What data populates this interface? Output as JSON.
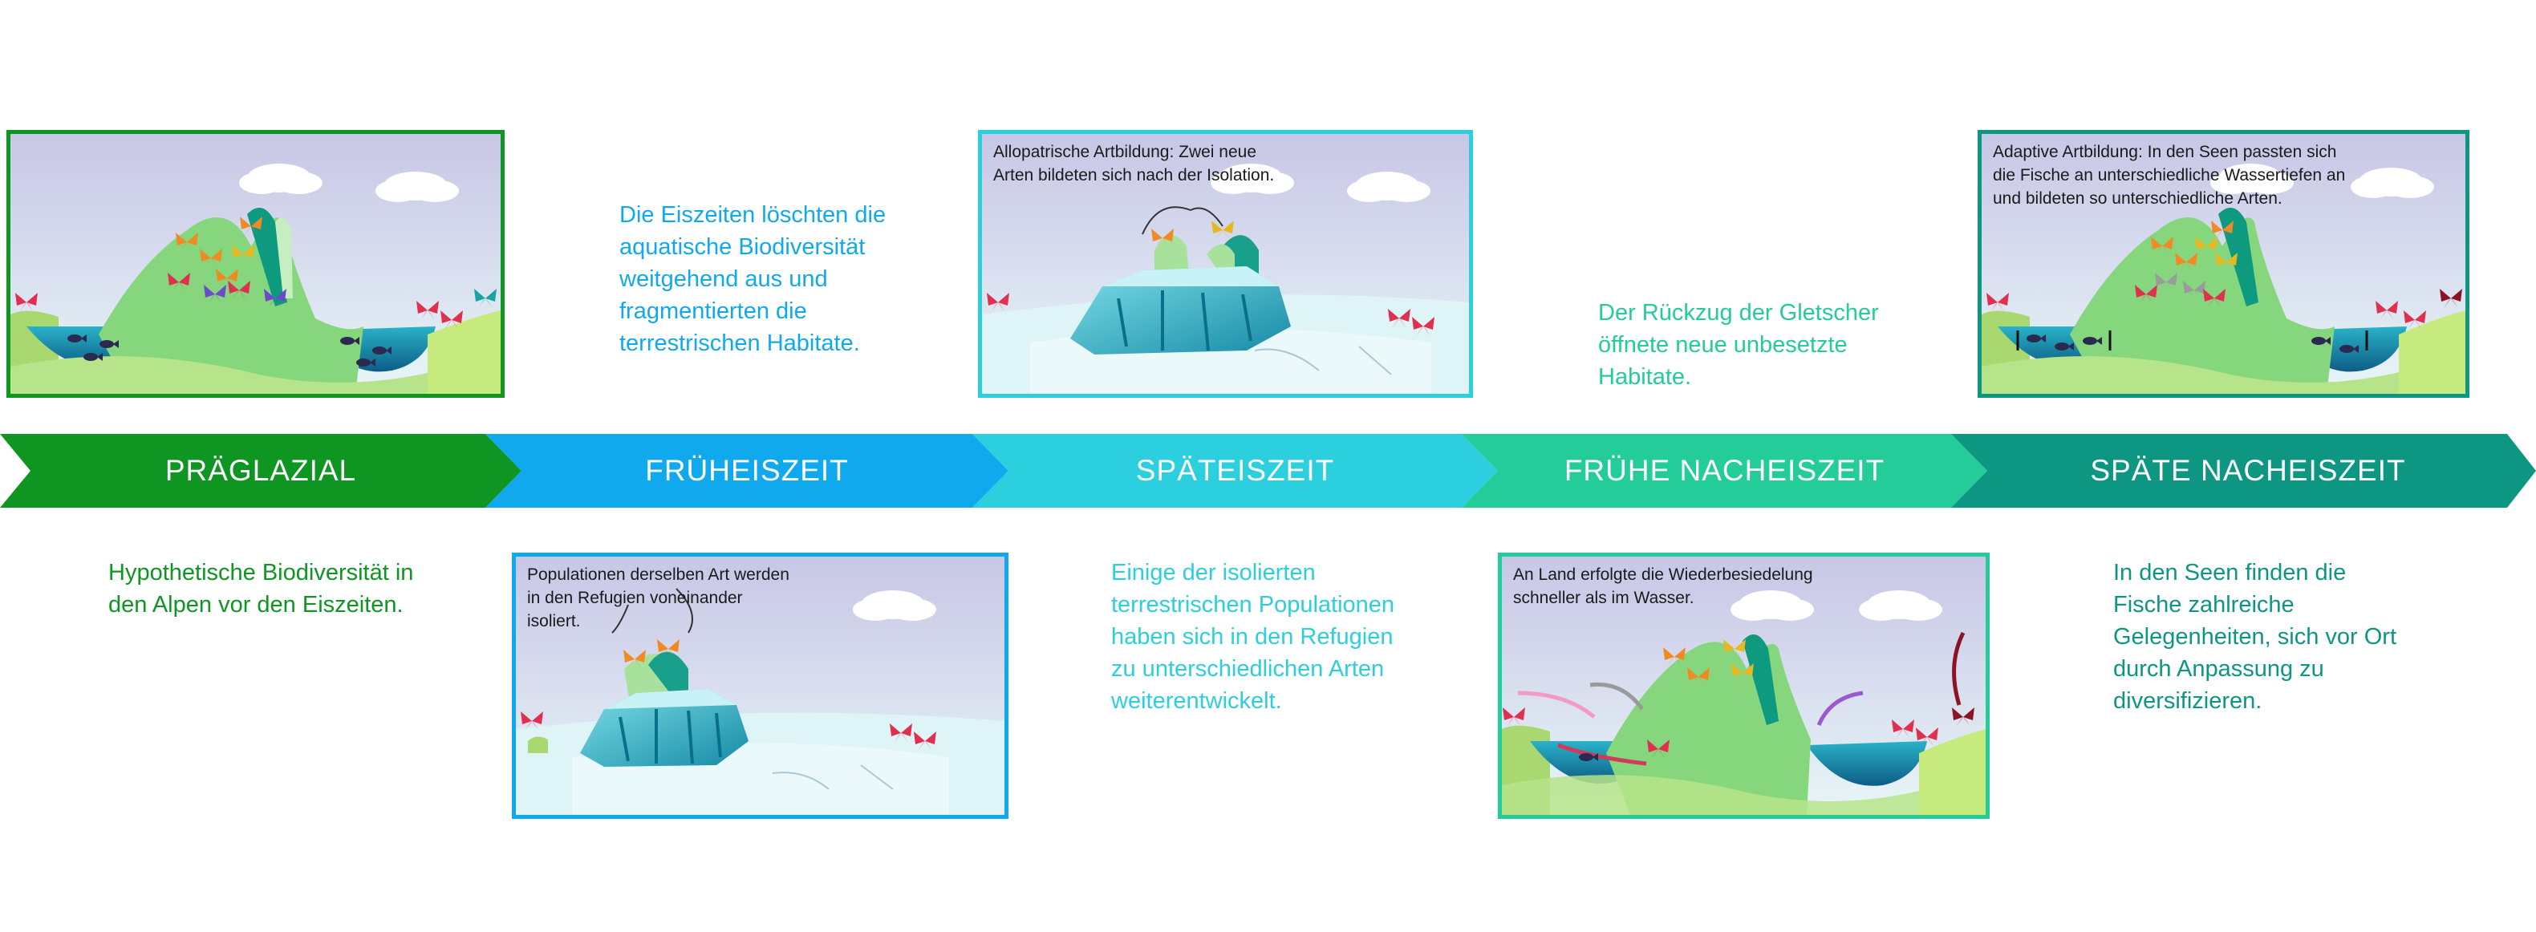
{
  "timeline": [
    {
      "label": "PRÄGLAZIAL",
      "color": "#0f9622"
    },
    {
      "label": "FRÜHEISZEIT",
      "color": "#10a9ee"
    },
    {
      "label": "SPÄTEISZEIT",
      "color": "#2ccfdd"
    },
    {
      "label": "FRÜHE NACHEISZEIT",
      "color": "#24cc9a"
    },
    {
      "label": "SPÄTE NACHEISZEIT",
      "color": "#0d9681"
    }
  ],
  "panels": {
    "praeglazial": {
      "border": "#0f9622",
      "caption": ""
    },
    "frueheiszeit": {
      "border": "#10a9ee",
      "caption": "Populationen derselben Art werden in den Refugien voneinander isoliert."
    },
    "spaeteiszeit": {
      "border": "#2ccfdd",
      "caption": "Allopatrische Artbildung: Zwei neue Arten bildeten sich nach der Isolation."
    },
    "fruehe_nacheiszeit": {
      "border": "#24cc9a",
      "caption": "An Land erfolgte die Wiederbesiedelung schneller als im Wasser."
    },
    "spaete_nacheiszeit": {
      "border": "#0d9681",
      "caption": "Adaptive Artbildung: In den Seen passten sich die Fische an unterschiedliche Wassertiefen an und bildeten so unterschiedliche Arten."
    }
  },
  "descriptions": {
    "praeglazial": "Hypothetische Biodiversität in den Alpen vor den Eiszeiten.",
    "frueheiszeit": "Die Eiszeiten löschten die aquatische Biodiversität weitgehend aus und fragmentierten die terrestrischen Habitate.",
    "spaeteiszeit": "Einige der isolierten terrestrischen Populationen haben sich in den Refugien zu unterschiedlichen Arten weiterentwickelt.",
    "fruehe_nacheiszeit": "Der Rückzug der Gletscher öffnete neue unbesetzte Habitate.",
    "spaete_nacheiszeit": "In den Seen finden die Fische zahlreiche Gelegenheiten, sich vor Ort durch Anpassung zu diversifizieren."
  }
}
